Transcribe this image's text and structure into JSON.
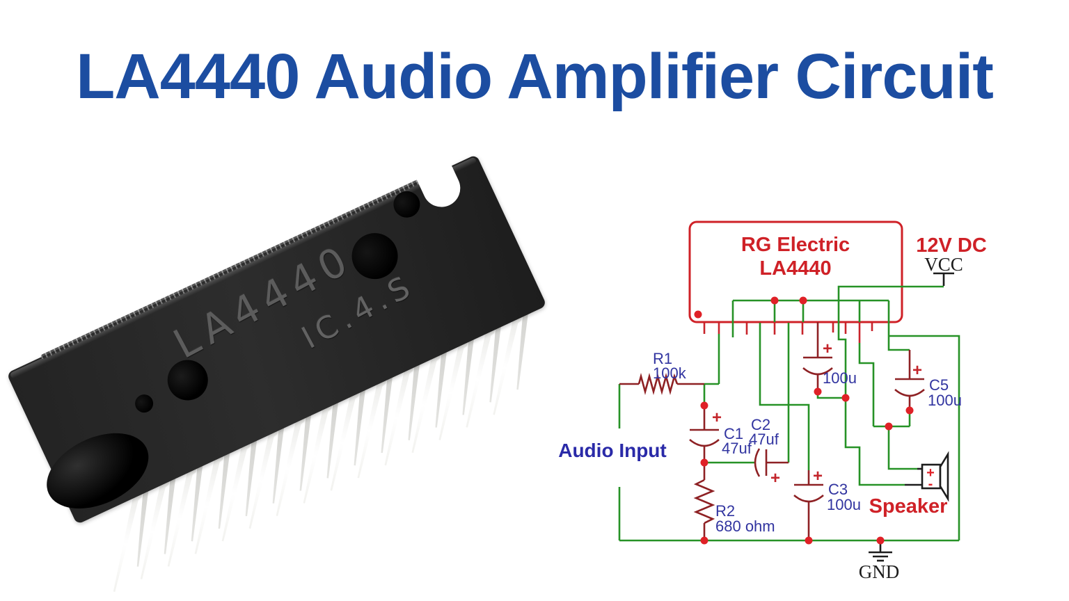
{
  "page": {
    "title": "LA4440 Audio Amplifier Circuit",
    "title_color": "#1c4da1",
    "background": "#ffffff"
  },
  "ic_photo": {
    "marking_line1": "LA4440",
    "marking_line2": "IC.4.S",
    "pin_count": 15
  },
  "schematic": {
    "ic_box": {
      "line1": "RG Electric",
      "line2": "LA4440"
    },
    "power": {
      "supply": "12V DC",
      "vcc": "VCC",
      "gnd": "GND"
    },
    "input_label": "Audio Input",
    "speaker_label": "Speaker",
    "polarity": {
      "plus": "+",
      "minus": "-"
    },
    "components": {
      "r1": {
        "name": "R1",
        "value": "100k"
      },
      "r2": {
        "name": "R2",
        "value": "680 ohm"
      },
      "c1": {
        "name": "C1",
        "value": "47uf"
      },
      "c2": {
        "name": "C2",
        "value": "47uf"
      },
      "c3": {
        "name": "C3",
        "value": "100u"
      },
      "c4": {
        "name": "",
        "value": "100u"
      },
      "c5": {
        "name": "C5",
        "value": "100u"
      }
    },
    "colors": {
      "wire_green": "#269226",
      "line_red": "#cf2127",
      "component_maroon": "#8e2124",
      "label_blue": "#3134a0",
      "dot_red": "#df2127",
      "text_black": "#1c1c1c"
    }
  }
}
